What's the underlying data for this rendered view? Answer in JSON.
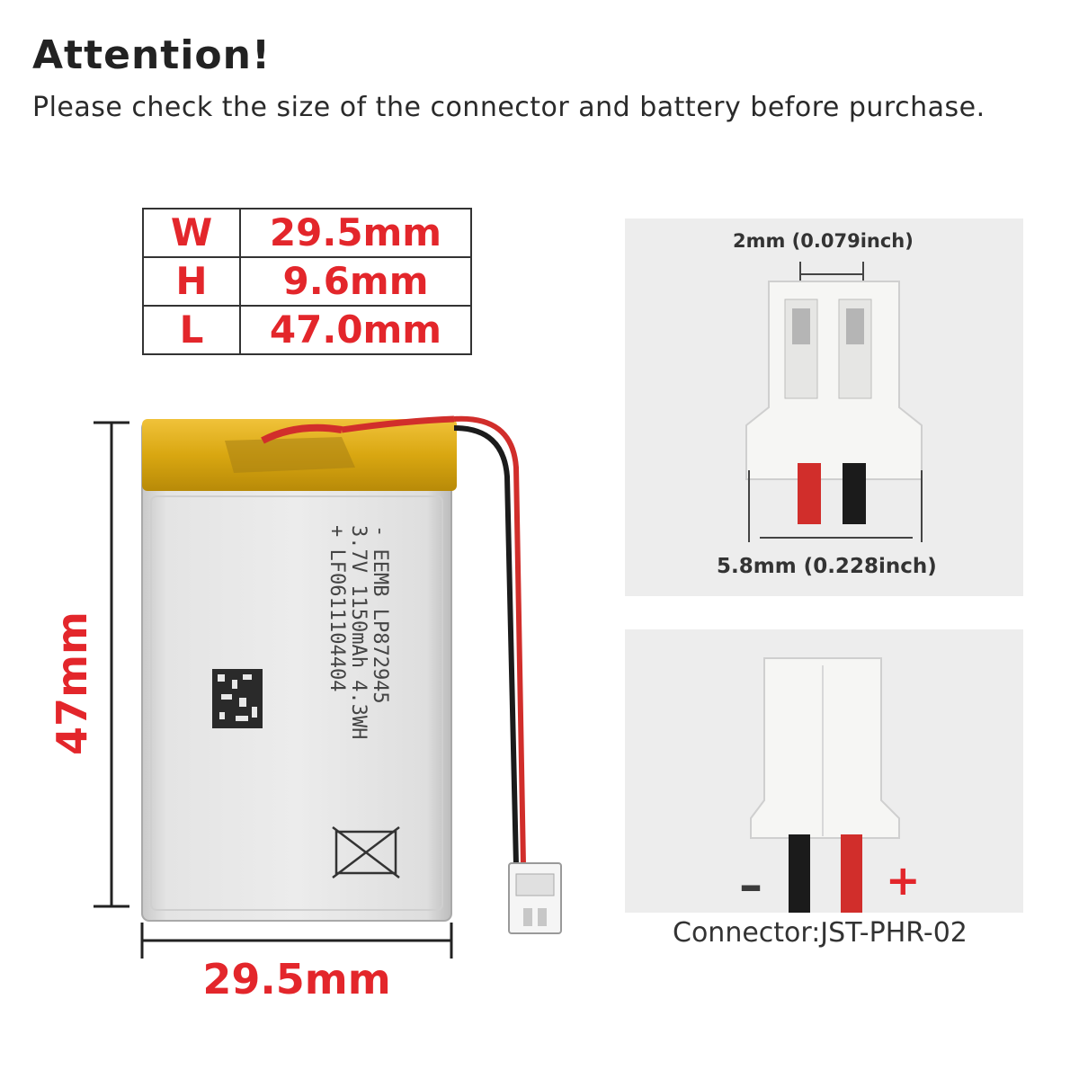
{
  "header": {
    "title": "Attention!",
    "subtitle": "Please check the size of the connector and battery before purchase."
  },
  "spec_table": [
    {
      "key": "W",
      "value": "29.5mm"
    },
    {
      "key": "H",
      "value": "9.6mm"
    },
    {
      "key": "L",
      "value": "47.0mm"
    }
  ],
  "dimensions": {
    "height_label": "47mm",
    "width_label": "29.5mm"
  },
  "battery_label": {
    "line1": "- EEMB LP872945",
    "line2": "3.7V 1150mAh 4.3WH",
    "line3": "+ LF0611104404"
  },
  "connector": {
    "pin_pitch": "2mm (0.079inch)",
    "width": "5.8mm (0.228inch)",
    "negative": "–",
    "positive": "+",
    "caption": "Connector:JST-PHR-02"
  },
  "colors": {
    "accent_red": "#e3262b",
    "panel_bg": "#ededed",
    "tape_yellow": "#d9a711"
  }
}
